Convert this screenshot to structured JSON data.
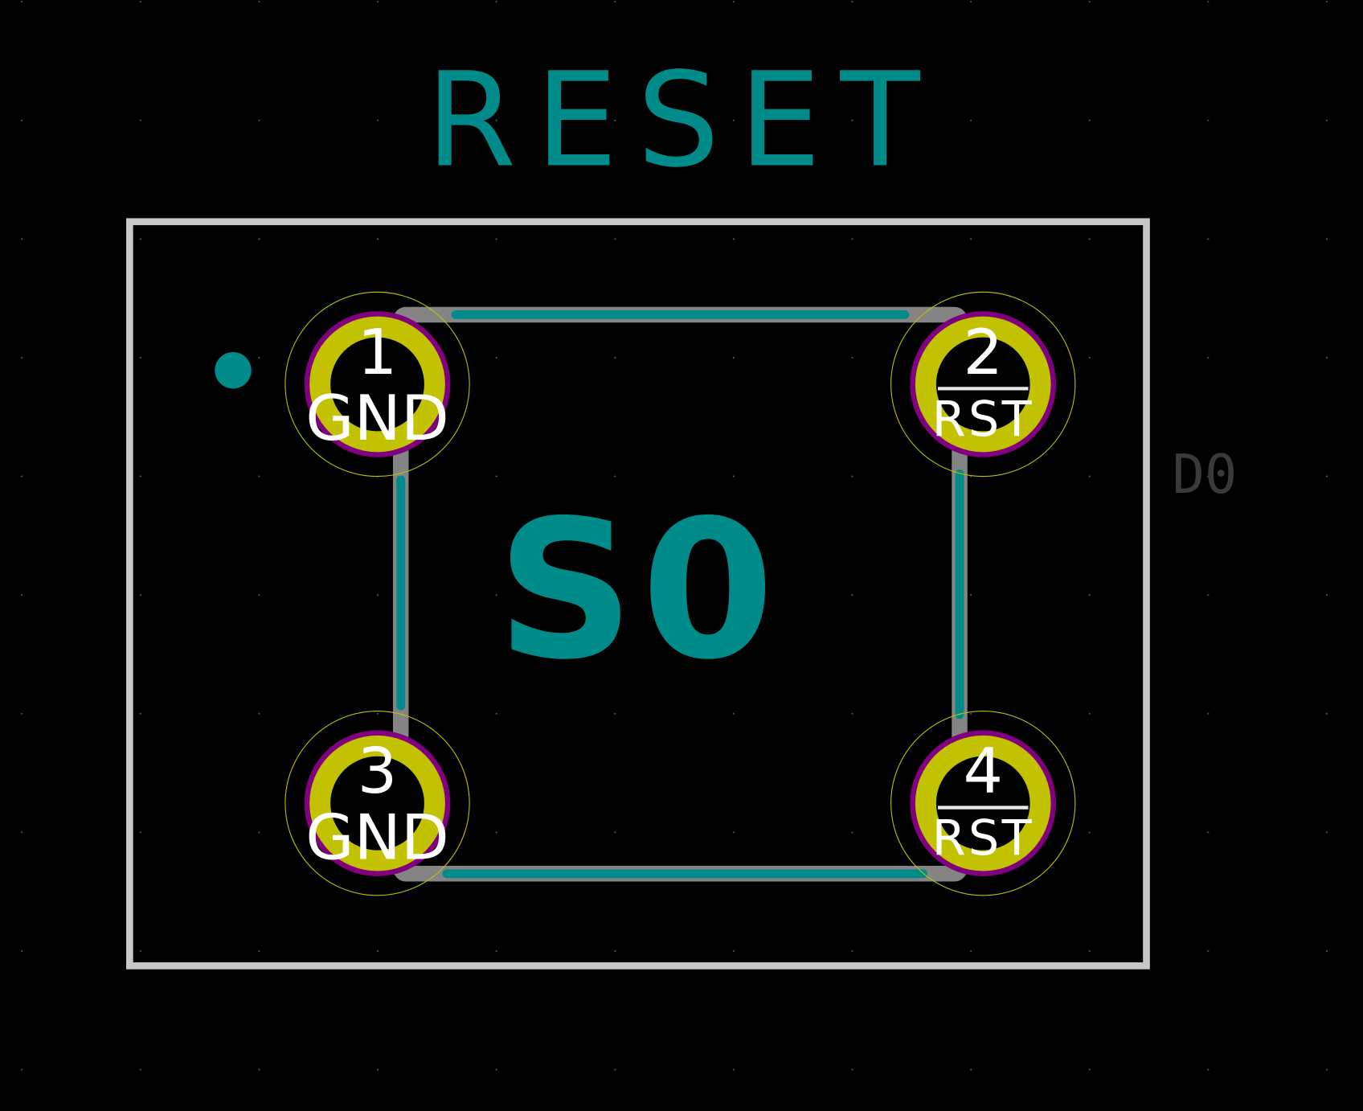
{
  "footprint": {
    "value_label": "RESET",
    "reference_label": "S0",
    "courtyard_label": "D0",
    "pads": [
      {
        "number": "1",
        "net": "GND",
        "overline": false
      },
      {
        "number": "2",
        "net": "RST",
        "overline": true
      },
      {
        "number": "3",
        "net": "GND",
        "overline": false
      },
      {
        "number": "4",
        "net": "RST",
        "overline": true
      }
    ]
  },
  "colors": {
    "background": "#000000",
    "silkscreen": "#008b8b",
    "outline": "#c8c8c8",
    "fab": "#848484",
    "pad_copper": "#c2c200",
    "pad_ring": "#800080",
    "pad_clearance": "#c2c200",
    "pad_text": "#ffffff",
    "courtyard_text": "#3a3a3a"
  }
}
